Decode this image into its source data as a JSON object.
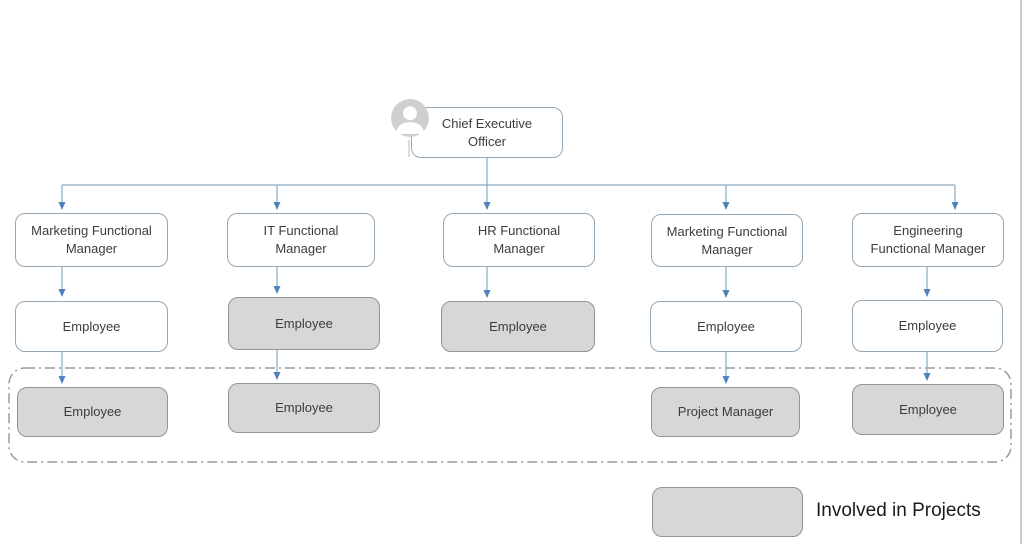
{
  "diagram": {
    "type": "org-chart",
    "root": {
      "label": "Chief Executive\nOfficer",
      "has_person_icon": true
    },
    "columns": [
      {
        "manager": "Marketing Functional\nManager",
        "level2": {
          "label": "Employee",
          "involved_in_projects": false
        },
        "level3": {
          "label": "Employee",
          "involved_in_projects": true
        }
      },
      {
        "manager": "IT Functional\nManager",
        "level2": {
          "label": "Employee",
          "involved_in_projects": true
        },
        "level3": {
          "label": "Employee",
          "involved_in_projects": true
        }
      },
      {
        "manager": "HR Functional\nManager",
        "level2": {
          "label": "Employee",
          "involved_in_projects": true
        },
        "level3": null
      },
      {
        "manager": "Marketing Functional\nManager",
        "level2": {
          "label": "Employee",
          "involved_in_projects": false
        },
        "level3": {
          "label": "Project Manager",
          "involved_in_projects": true
        }
      },
      {
        "manager": "Engineering\nFunctional Manager",
        "level2": {
          "label": "Employee",
          "involved_in_projects": false
        },
        "level3": {
          "label": "Employee",
          "involved_in_projects": true
        }
      }
    ],
    "dashed_region_note": "bottom row enclosed by dash-dot rounded rectangle",
    "legend": {
      "label": "Involved in Projects"
    },
    "colors": {
      "involved_fill": "#d7d7d7",
      "plain_fill": "#ffffff",
      "box_border": "#96a7b5",
      "connector_line": "#8aa9c2",
      "arrowhead": "#4f81bd",
      "dashed_border": "#9b9b9b",
      "text": "#3c3c3c",
      "legend_text": "#1b1b1b"
    }
  }
}
